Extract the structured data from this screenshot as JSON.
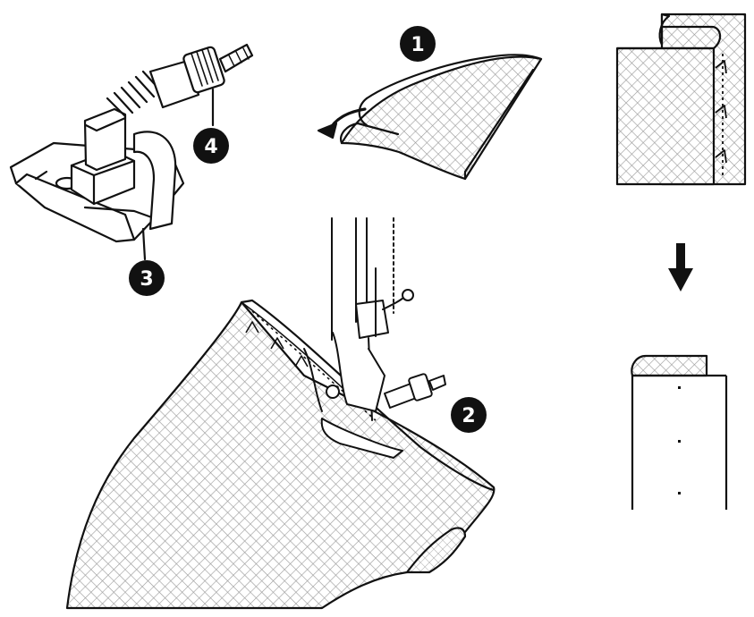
{
  "diagram": {
    "step_numbers": [
      "1",
      "2",
      "3",
      "4"
    ],
    "colors": {
      "ink": "#111111",
      "fabric_hatch": "#9a9a9a",
      "badge": "#111111",
      "badge_text": "#ffffff",
      "background": "#ffffff"
    },
    "icons": [
      "presser-foot",
      "folded-fabric",
      "sewing-needle",
      "hem-before",
      "hem-after",
      "down-arrow"
    ]
  }
}
